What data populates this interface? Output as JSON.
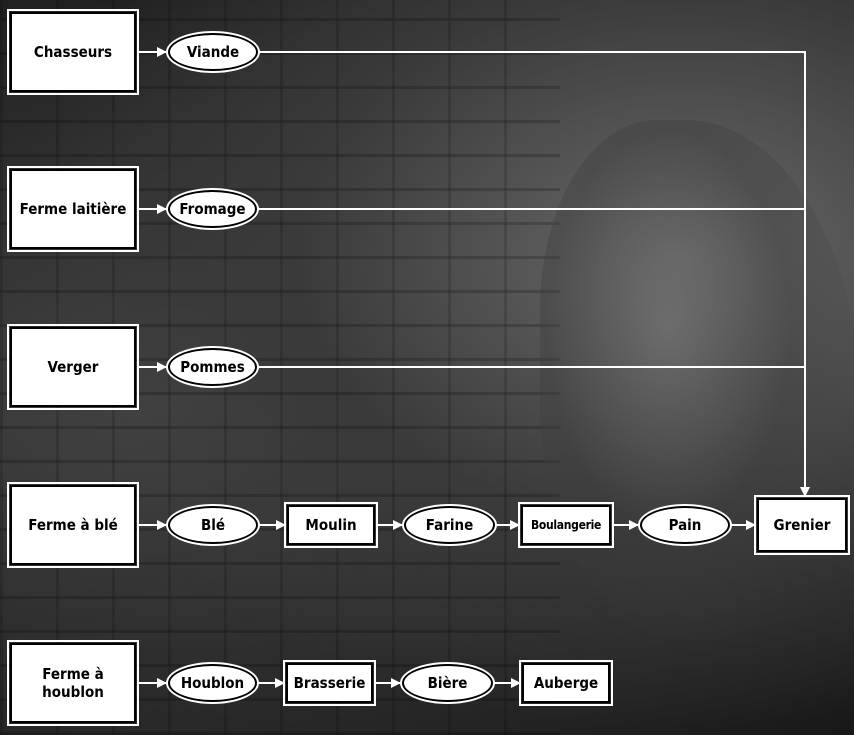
{
  "rows": [
    {
      "id": "chasseurs",
      "nodes": [
        {
          "kind": "building",
          "label": "Chasseurs"
        },
        {
          "kind": "resource",
          "label": "Viande"
        }
      ]
    },
    {
      "id": "ferme-laitiere",
      "nodes": [
        {
          "kind": "building",
          "label": "Ferme laitière"
        },
        {
          "kind": "resource",
          "label": "Fromage"
        }
      ]
    },
    {
      "id": "verger",
      "nodes": [
        {
          "kind": "building",
          "label": "Verger"
        },
        {
          "kind": "resource",
          "label": "Pommes"
        }
      ]
    },
    {
      "id": "ferme-a-ble",
      "nodes": [
        {
          "kind": "building",
          "label": "Ferme à blé"
        },
        {
          "kind": "resource",
          "label": "Blé"
        },
        {
          "kind": "building",
          "label": "Moulin"
        },
        {
          "kind": "resource",
          "label": "Farine"
        },
        {
          "kind": "building",
          "label": "Boulangerie"
        },
        {
          "kind": "resource",
          "label": "Pain"
        },
        {
          "kind": "building",
          "label": "Grenier"
        }
      ]
    },
    {
      "id": "ferme-a-houblon",
      "nodes": [
        {
          "kind": "building",
          "label": "Ferme à houblon"
        },
        {
          "kind": "resource",
          "label": "Houblon"
        },
        {
          "kind": "building",
          "label": "Brasserie"
        },
        {
          "kind": "resource",
          "label": "Bière"
        },
        {
          "kind": "building",
          "label": "Auberge"
        }
      ]
    }
  ],
  "colors": {
    "node_fill": "#ffffff",
    "node_border": "#000000",
    "connector": "#ffffff"
  }
}
